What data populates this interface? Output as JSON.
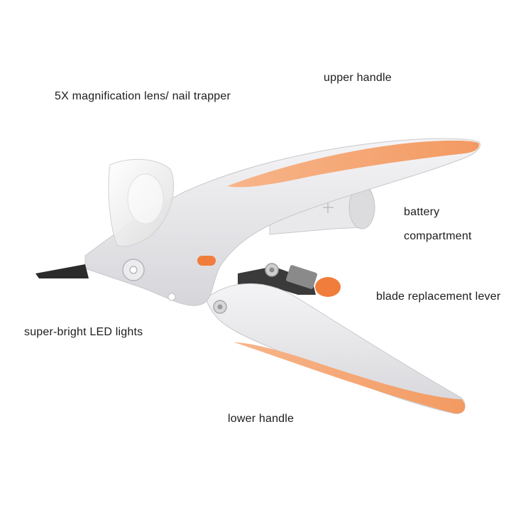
{
  "labels": {
    "upper_handle": "upper handle",
    "lens": "5X magnification lens/ nail trapper",
    "battery_line1": "battery",
    "battery_line2": "compartment",
    "blade_lever": "blade replacement lever",
    "led": "super-bright LED lights",
    "lower_handle": "lower handle"
  },
  "colors": {
    "body": "#e6e6e8",
    "grip": "#f4a06a",
    "accent": "#f07d3c",
    "blade": "#2b2b2b",
    "lens": "#f3f4f4"
  }
}
